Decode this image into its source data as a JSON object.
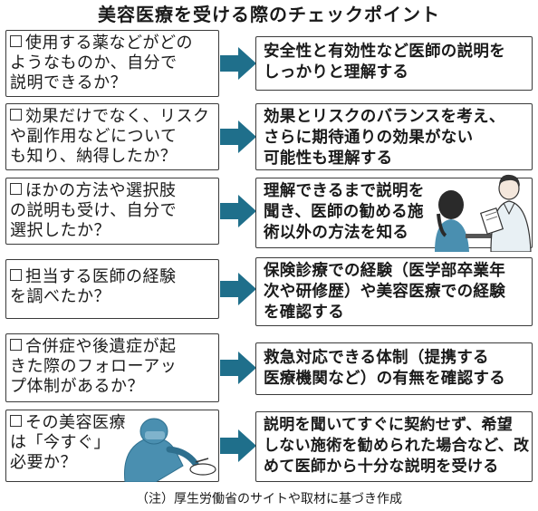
{
  "title": "美容医療を受ける際のチェックポイント",
  "rows": [
    {
      "question": "使用する薬などがどの\nようなものか、自分で\n説明できるか？",
      "answer": "安全性と有効性など医師の説明を\nしっかりと理解する"
    },
    {
      "question": "効果だけでなく、リスク\nや副作用などについて\nも知り、納得したか？",
      "answer": "効果とリスクのバランスを考え、\nさらに期待通りの効果がない\n可能性も理解する"
    },
    {
      "question": "ほかの方法や選択肢\nの説明も受け、自分で\n選択したか？",
      "answer": "理解できるまで説明を\n聞き、医師の勧める施\n術以外の方法を知る"
    },
    {
      "question": "担当する医師の経験\nを調べたか？",
      "answer": "保険診療での経験（医学部卒業年\n次や研修歴）や美容医療での経験\nを確認する"
    },
    {
      "question": "合併症や後遺症が起\nきた際のフォローアッ\nプ体制があるか？",
      "answer": "救急対応できる体制（提携する\n医療機関など）の有無を確認する"
    },
    {
      "question": "その美容医療\nは「今すぐ」\n必要か？",
      "answer": "説明を聞いてすぐに契約せず、希望\nしない施術を勧められた場合など、改\nめて医師から十分な説明を受ける"
    }
  ],
  "footnote": "（注）厚生労働省のサイトや取材に基づき作成",
  "colors": {
    "arrow": "#1f6f8b",
    "border": "#3a3a3a",
    "illustration": "#4a8fb0"
  }
}
